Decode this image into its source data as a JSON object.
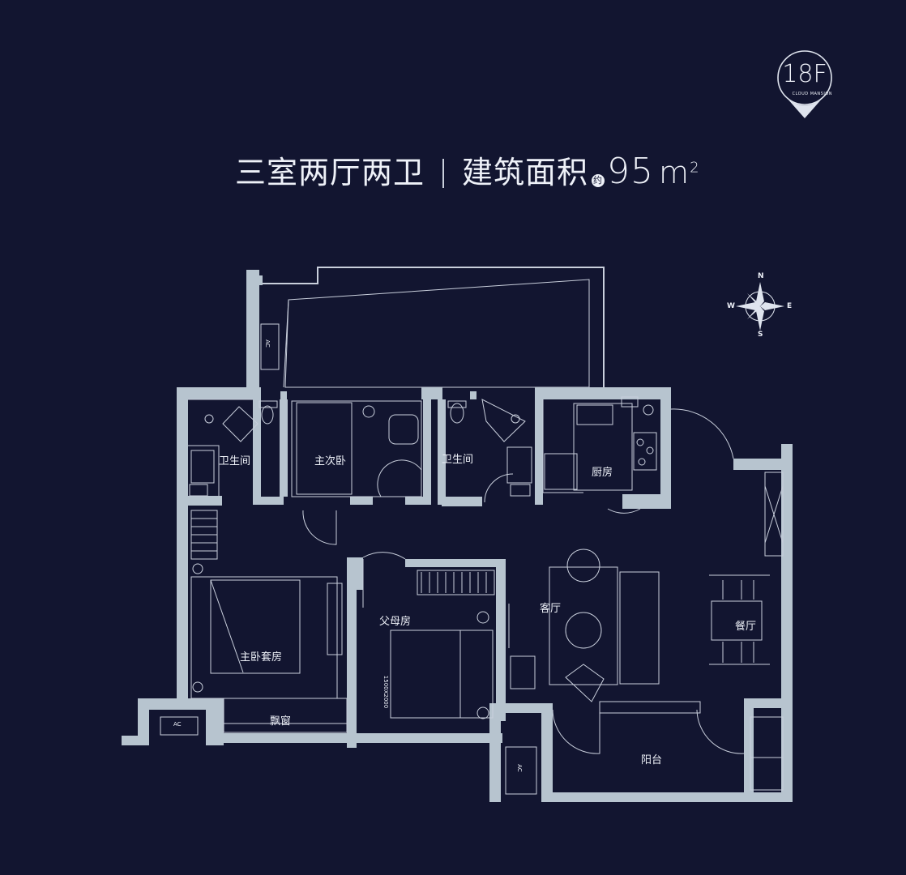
{
  "header": {
    "unit_type": "三室两厅两卫",
    "area_label": "建筑面积",
    "about_mark": "约",
    "area_value": "95",
    "area_unit": "m",
    "area_unit_sup": "2"
  },
  "floor_badge": {
    "floor": "18F",
    "brand": "CLOUD MANSION"
  },
  "compass": {
    "n": "N",
    "s": "S",
    "e": "E",
    "w": "W"
  },
  "rooms": {
    "bathroom_left": "卫生间",
    "second_bedroom": "主次卧",
    "bathroom_right": "卫生间",
    "kitchen": "厨房",
    "living_room": "客厅",
    "dining_room": "餐厅",
    "parents_room": "父母房",
    "master_suite": "主卧套房",
    "bay_window": "飘窗",
    "balcony": "阳台"
  },
  "ac_tags": [
    "AC",
    "AC",
    "AC"
  ],
  "bed_size": "1500X2000",
  "colors": {
    "background": "#121530",
    "wall": "#b7c4cf",
    "line": "#c9cfdc"
  }
}
